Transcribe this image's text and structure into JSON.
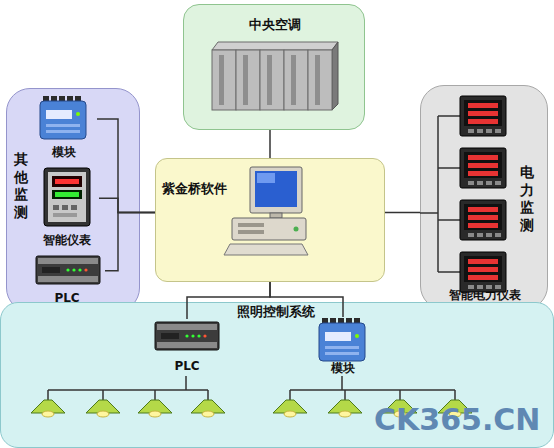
{
  "diagram": {
    "nodes": [
      {
        "text": [
          "中央空调"
        ]
      },
      {
        "text": [
          "其他监测"
        ]
      },
      {
        "text": [
          "模块"
        ],
        "in": 1
      },
      {
        "text": [
          "智能仪表"
        ],
        "in": 1
      },
      {
        "text": [
          "PLC"
        ],
        "in": 1
      },
      {
        "text": [
          "紫金桥软件"
        ]
      },
      {
        "text": [
          "电力监测",
          "智能电力仪表"
        ]
      },
      {
        "text": [
          "照明控制系统"
        ]
      },
      {
        "text": [
          "PLC"
        ],
        "in": 7
      },
      {
        "text": [
          "模块"
        ],
        "in": 7
      }
    ],
    "edges": [
      {
        "from": 5,
        "to": 0,
        "arrow": "none"
      },
      {
        "from": 5,
        "to": 2,
        "arrow": "none"
      },
      {
        "from": 5,
        "to": 3,
        "arrow": "none"
      },
      {
        "from": 5,
        "to": 4,
        "arrow": "none"
      },
      {
        "from": 5,
        "to": 6,
        "arrow": "none"
      },
      {
        "from": 5,
        "to": 8,
        "arrow": "none"
      },
      {
        "from": 5,
        "to": 9,
        "arrow": "none"
      }
    ],
    "labels": [
      "CK365.CN"
    ]
  }
}
